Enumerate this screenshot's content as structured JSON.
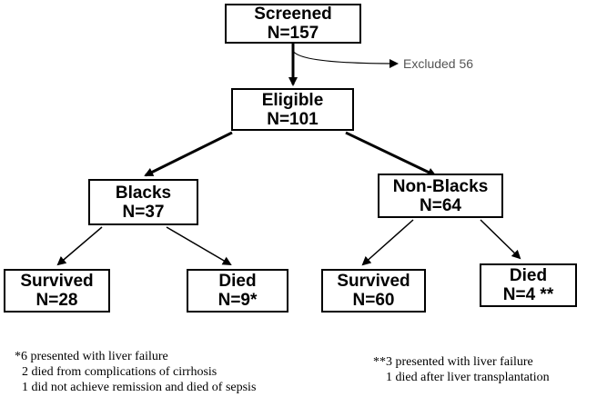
{
  "nodes": {
    "screened": {
      "title": "Screened",
      "count": "N=157"
    },
    "eligible": {
      "title": "Eligible",
      "count": "N=101"
    },
    "blacks": {
      "title": "Blacks",
      "count": "N=37"
    },
    "non_blacks": {
      "title": "Non-Blacks",
      "count": "N=64"
    },
    "blacks_survived": {
      "title": "Survived",
      "count": "N=28"
    },
    "blacks_died": {
      "title": "Died",
      "count": "N=9*"
    },
    "non_blacks_survived": {
      "title": "Survived",
      "count": "N=60"
    },
    "non_blacks_died": {
      "title": "Died",
      "count": "N=4 **"
    }
  },
  "excluded": "Excluded 56",
  "footnotes": {
    "left": {
      "line1": "*6 presented with liver failure",
      "line2": "2 died from complications of cirrhosis",
      "line3": "1 did not achieve remission and died of sepsis"
    },
    "right": {
      "line1": "**3 presented with liver failure",
      "line2": "1 died after liver transplantation"
    }
  }
}
